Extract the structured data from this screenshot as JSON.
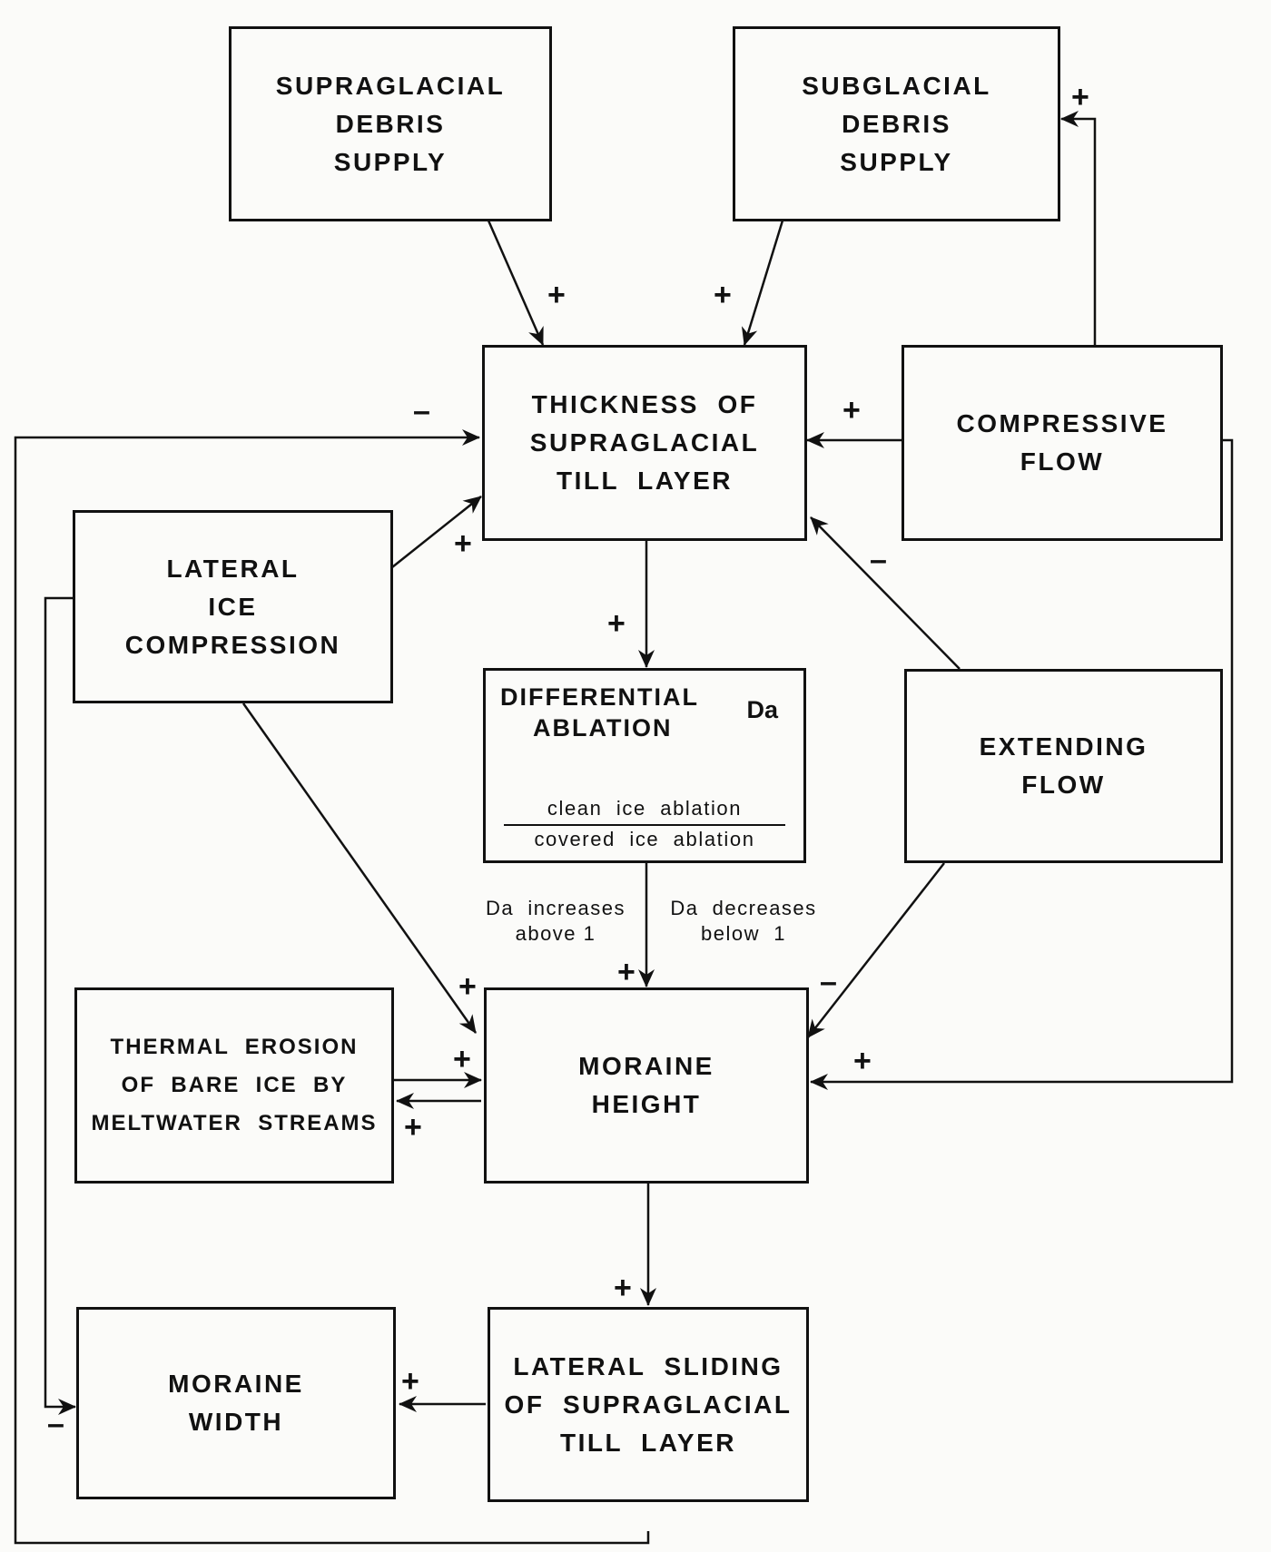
{
  "diagram": {
    "type": "feedback-flowchart",
    "boxes": {
      "supraglacial_debris_supply": [
        "SUPRAGLACIAL",
        "DEBRIS",
        "SUPPLY"
      ],
      "subglacial_debris_supply": [
        "SUBGLACIAL",
        "DEBRIS",
        "SUPPLY"
      ],
      "thickness_till_layer": [
        "THICKNESS  OF",
        "SUPRAGLACIAL",
        "TILL  LAYER"
      ],
      "compressive_flow": [
        "COMPRESSIVE",
        "FLOW"
      ],
      "lateral_ice_compression": [
        "LATERAL",
        "ICE",
        "COMPRESSION"
      ],
      "differential_ablation": {
        "title": [
          "DIFFERENTIAL",
          "ABLATION"
        ],
        "symbol": "Da",
        "numerator": "clean  ice  ablation",
        "denominator": "covered  ice  ablation"
      },
      "extending_flow": [
        "EXTENDING",
        "FLOW"
      ],
      "thermal_erosion": [
        "THERMAL  EROSION",
        "OF  BARE  ICE  BY",
        "MELTWATER  STREAMS"
      ],
      "moraine_height": [
        "MORAINE",
        "HEIGHT"
      ],
      "moraine_width": [
        "MORAINE",
        "WIDTH"
      ],
      "lateral_sliding": [
        "LATERAL  SLIDING",
        "OF  SUPRAGLACIAL",
        "TILL  LAYER"
      ]
    },
    "annotations": {
      "da_increases": [
        "Da  increases",
        "above 1"
      ],
      "da_decreases": [
        "Da  decreases",
        "below  1"
      ]
    },
    "links": [
      {
        "from": "supraglacial_debris_supply",
        "to": "thickness_till_layer",
        "sign": "+"
      },
      {
        "from": "subglacial_debris_supply",
        "to": "thickness_till_layer",
        "sign": "+"
      },
      {
        "from": "compressive_flow",
        "to": "subglacial_debris_supply",
        "sign": "+"
      },
      {
        "from": "compressive_flow",
        "to": "thickness_till_layer",
        "sign": "+"
      },
      {
        "from": "lateral_sliding",
        "to": "thickness_till_layer",
        "sign": "-"
      },
      {
        "from": "lateral_ice_compression",
        "to": "thickness_till_layer",
        "sign": "+"
      },
      {
        "from": "extending_flow",
        "to": "thickness_till_layer",
        "sign": "-"
      },
      {
        "from": "thickness_till_layer",
        "to": "differential_ablation",
        "sign": "+"
      },
      {
        "from": "differential_ablation",
        "to": "moraine_height",
        "sign": "+"
      },
      {
        "from": "lateral_ice_compression",
        "to": "moraine_height",
        "sign": "+"
      },
      {
        "from": "extending_flow",
        "to": "moraine_height",
        "sign": "-"
      },
      {
        "from": "compressive_flow",
        "to": "moraine_height",
        "sign": "+"
      },
      {
        "from": "thermal_erosion",
        "to": "moraine_height",
        "sign": "+"
      },
      {
        "from": "moraine_height",
        "to": "thermal_erosion",
        "sign": "+"
      },
      {
        "from": "moraine_height",
        "to": "lateral_sliding",
        "sign": "+"
      },
      {
        "from": "lateral_sliding",
        "to": "moraine_width",
        "sign": "+"
      },
      {
        "from": "lateral_ice_compression",
        "to": "moraine_width",
        "sign": "-"
      }
    ],
    "signs": {
      "plus": "+",
      "minus": "–"
    }
  }
}
